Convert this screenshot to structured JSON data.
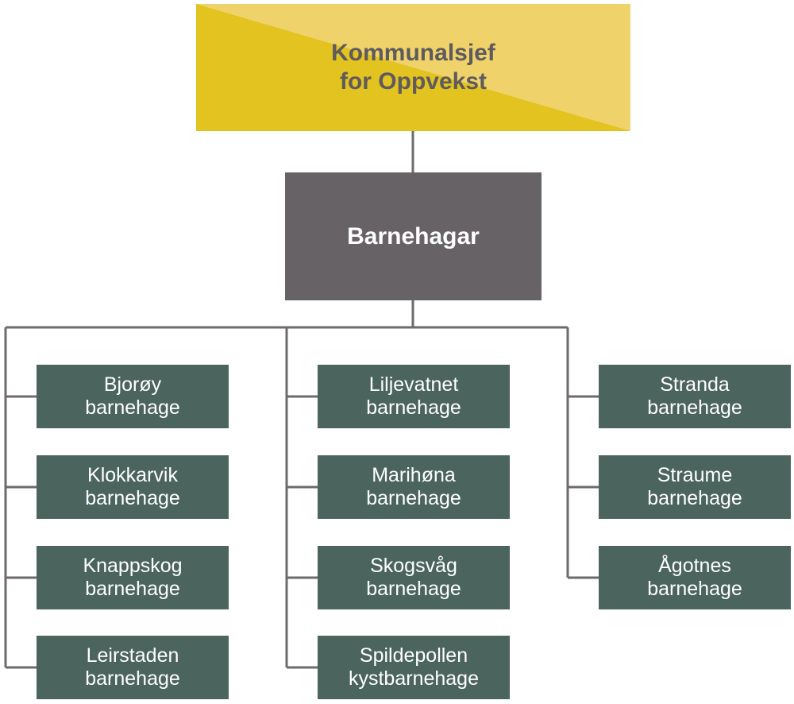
{
  "root": {
    "line1": "Kommunalsjef",
    "line2": "for Oppvekst",
    "colors": {
      "primary": "#e2c31f",
      "secondary": "#efd36a",
      "text": "#5e5a5e"
    }
  },
  "department": {
    "label": "Barnehagar",
    "color": "#676265"
  },
  "unit_color": "#4b645e",
  "connector_color": "#6e6a6d",
  "columns": [
    {
      "units": [
        {
          "line1": "Bjorøy",
          "line2": "barnehage"
        },
        {
          "line1": "Klokkarvik",
          "line2": "barnehage"
        },
        {
          "line1": "Knappskog",
          "line2": "barnehage"
        },
        {
          "line1": "Leirstaden",
          "line2": "barnehage"
        }
      ]
    },
    {
      "units": [
        {
          "line1": "Liljevatnet",
          "line2": "barnehage"
        },
        {
          "line1": "Marihøna",
          "line2": "barnehage"
        },
        {
          "line1": "Skogsvåg",
          "line2": "barnehage"
        },
        {
          "line1": "Spildepollen",
          "line2": "kystbarnehage"
        }
      ]
    },
    {
      "units": [
        {
          "line1": "Stranda",
          "line2": "barnehage"
        },
        {
          "line1": "Straume",
          "line2": "barnehage"
        },
        {
          "line1": "Ågotnes",
          "line2": "barnehage"
        }
      ]
    }
  ]
}
